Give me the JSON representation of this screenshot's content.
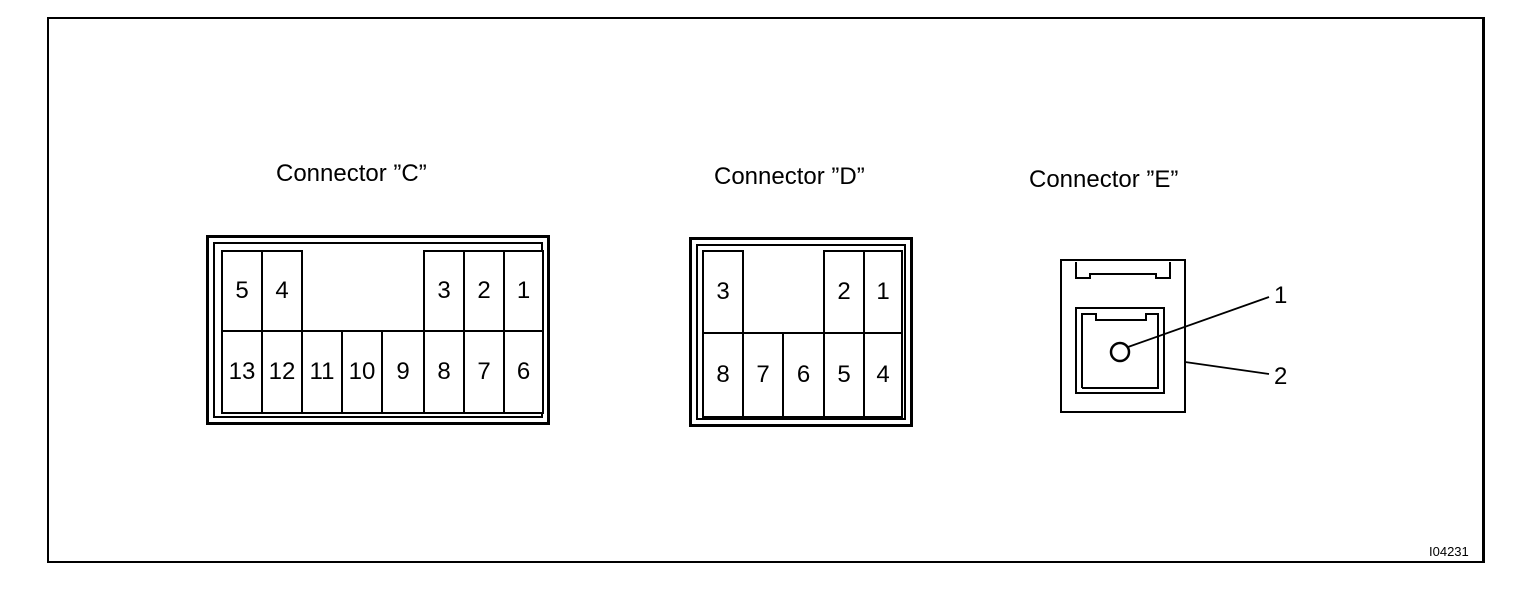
{
  "connector_c": {
    "title": "Connector ”C”",
    "pins": [
      "5",
      "4",
      "3",
      "2",
      "1",
      "13",
      "12",
      "11",
      "10",
      "9",
      "8",
      "7",
      "6"
    ]
  },
  "connector_d": {
    "title": "Connector ”D”",
    "pins": [
      "3",
      "2",
      "1",
      "8",
      "7",
      "6",
      "5",
      "4"
    ]
  },
  "connector_e": {
    "title": "Connector ”E”",
    "callouts": [
      "1",
      "2"
    ]
  },
  "diagram_id": "I04231"
}
